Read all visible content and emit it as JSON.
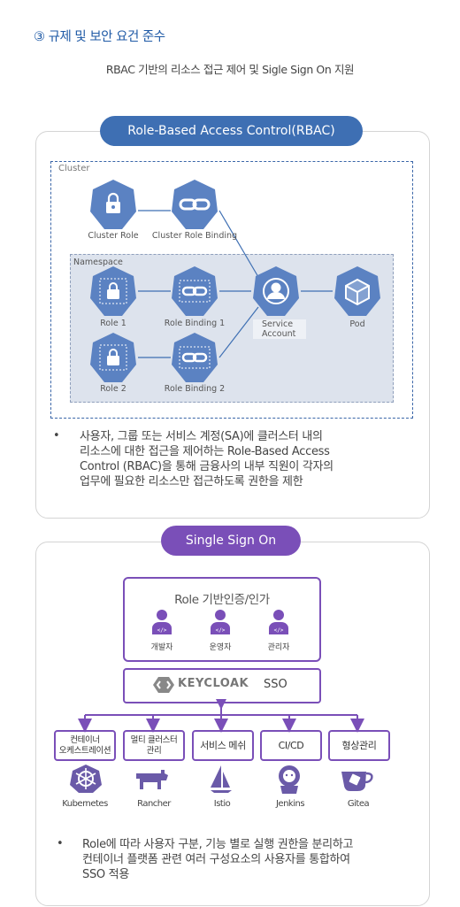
{
  "section": {
    "heading": "③ 규제 및 보안 요건 준수",
    "subheading": "RBAC 기반의 리소스 접근 제어 및 Sigle Sign On 지원"
  },
  "rbac": {
    "title": "Role-Based Access Control(RBAC)",
    "cluster_label": "Cluster",
    "namespace_label": "Namespace",
    "nodes": {
      "cluster_role": "Cluster Role",
      "cluster_role_binding": "Cluster Role Binding",
      "role1": "Role 1",
      "role_binding1": "Role Binding 1",
      "role2": "Role 2",
      "role_binding2": "Role Binding 2",
      "service_account_line1": "Service",
      "service_account_line2": "Account",
      "pod": "Pod"
    },
    "description": [
      "사용자, 그룹 또는 서비스 계정(SA)에 클러스터 내의",
      "리소스에 대한 접근을 제어하는 Role-Based Access",
      "Control (RBAC)을 통해 금융사의 내부 직원이 각자의",
      "업무에 필요한 리소스만 접근하도록 권한을 제한"
    ]
  },
  "sso": {
    "title": "Single Sign On",
    "auth_title": "Role 기반인증/인가",
    "users": [
      "개발자",
      "운영자",
      "관리자"
    ],
    "keycloak": "KEYCLOAK",
    "sso_label": "SSO",
    "components": [
      {
        "line1": "컨테이너",
        "line2": "오케스트레이션"
      },
      {
        "line1": "멀티 클러스터",
        "line2": "관리"
      },
      {
        "line1": "서비스 메쉬",
        "line2": ""
      },
      {
        "line1": "CI/CD",
        "line2": ""
      },
      {
        "line1": "형상관리",
        "line2": ""
      }
    ],
    "tools": [
      "Kubernetes",
      "Rancher",
      "Istio",
      "Jenkins",
      "Gitea"
    ],
    "description": [
      "Role에 따라 사용자 구분, 기능 별로 실행 권한을 분리하고",
      "컨테이너 플랫폼 관련 여러 구성요소의 사용자를 통합하여",
      "SSO 적용"
    ]
  },
  "colors": {
    "rbac_blue": "#3e6fb3",
    "node_blue": "#5b82c2",
    "sso_purple": "#7a4fb8"
  }
}
